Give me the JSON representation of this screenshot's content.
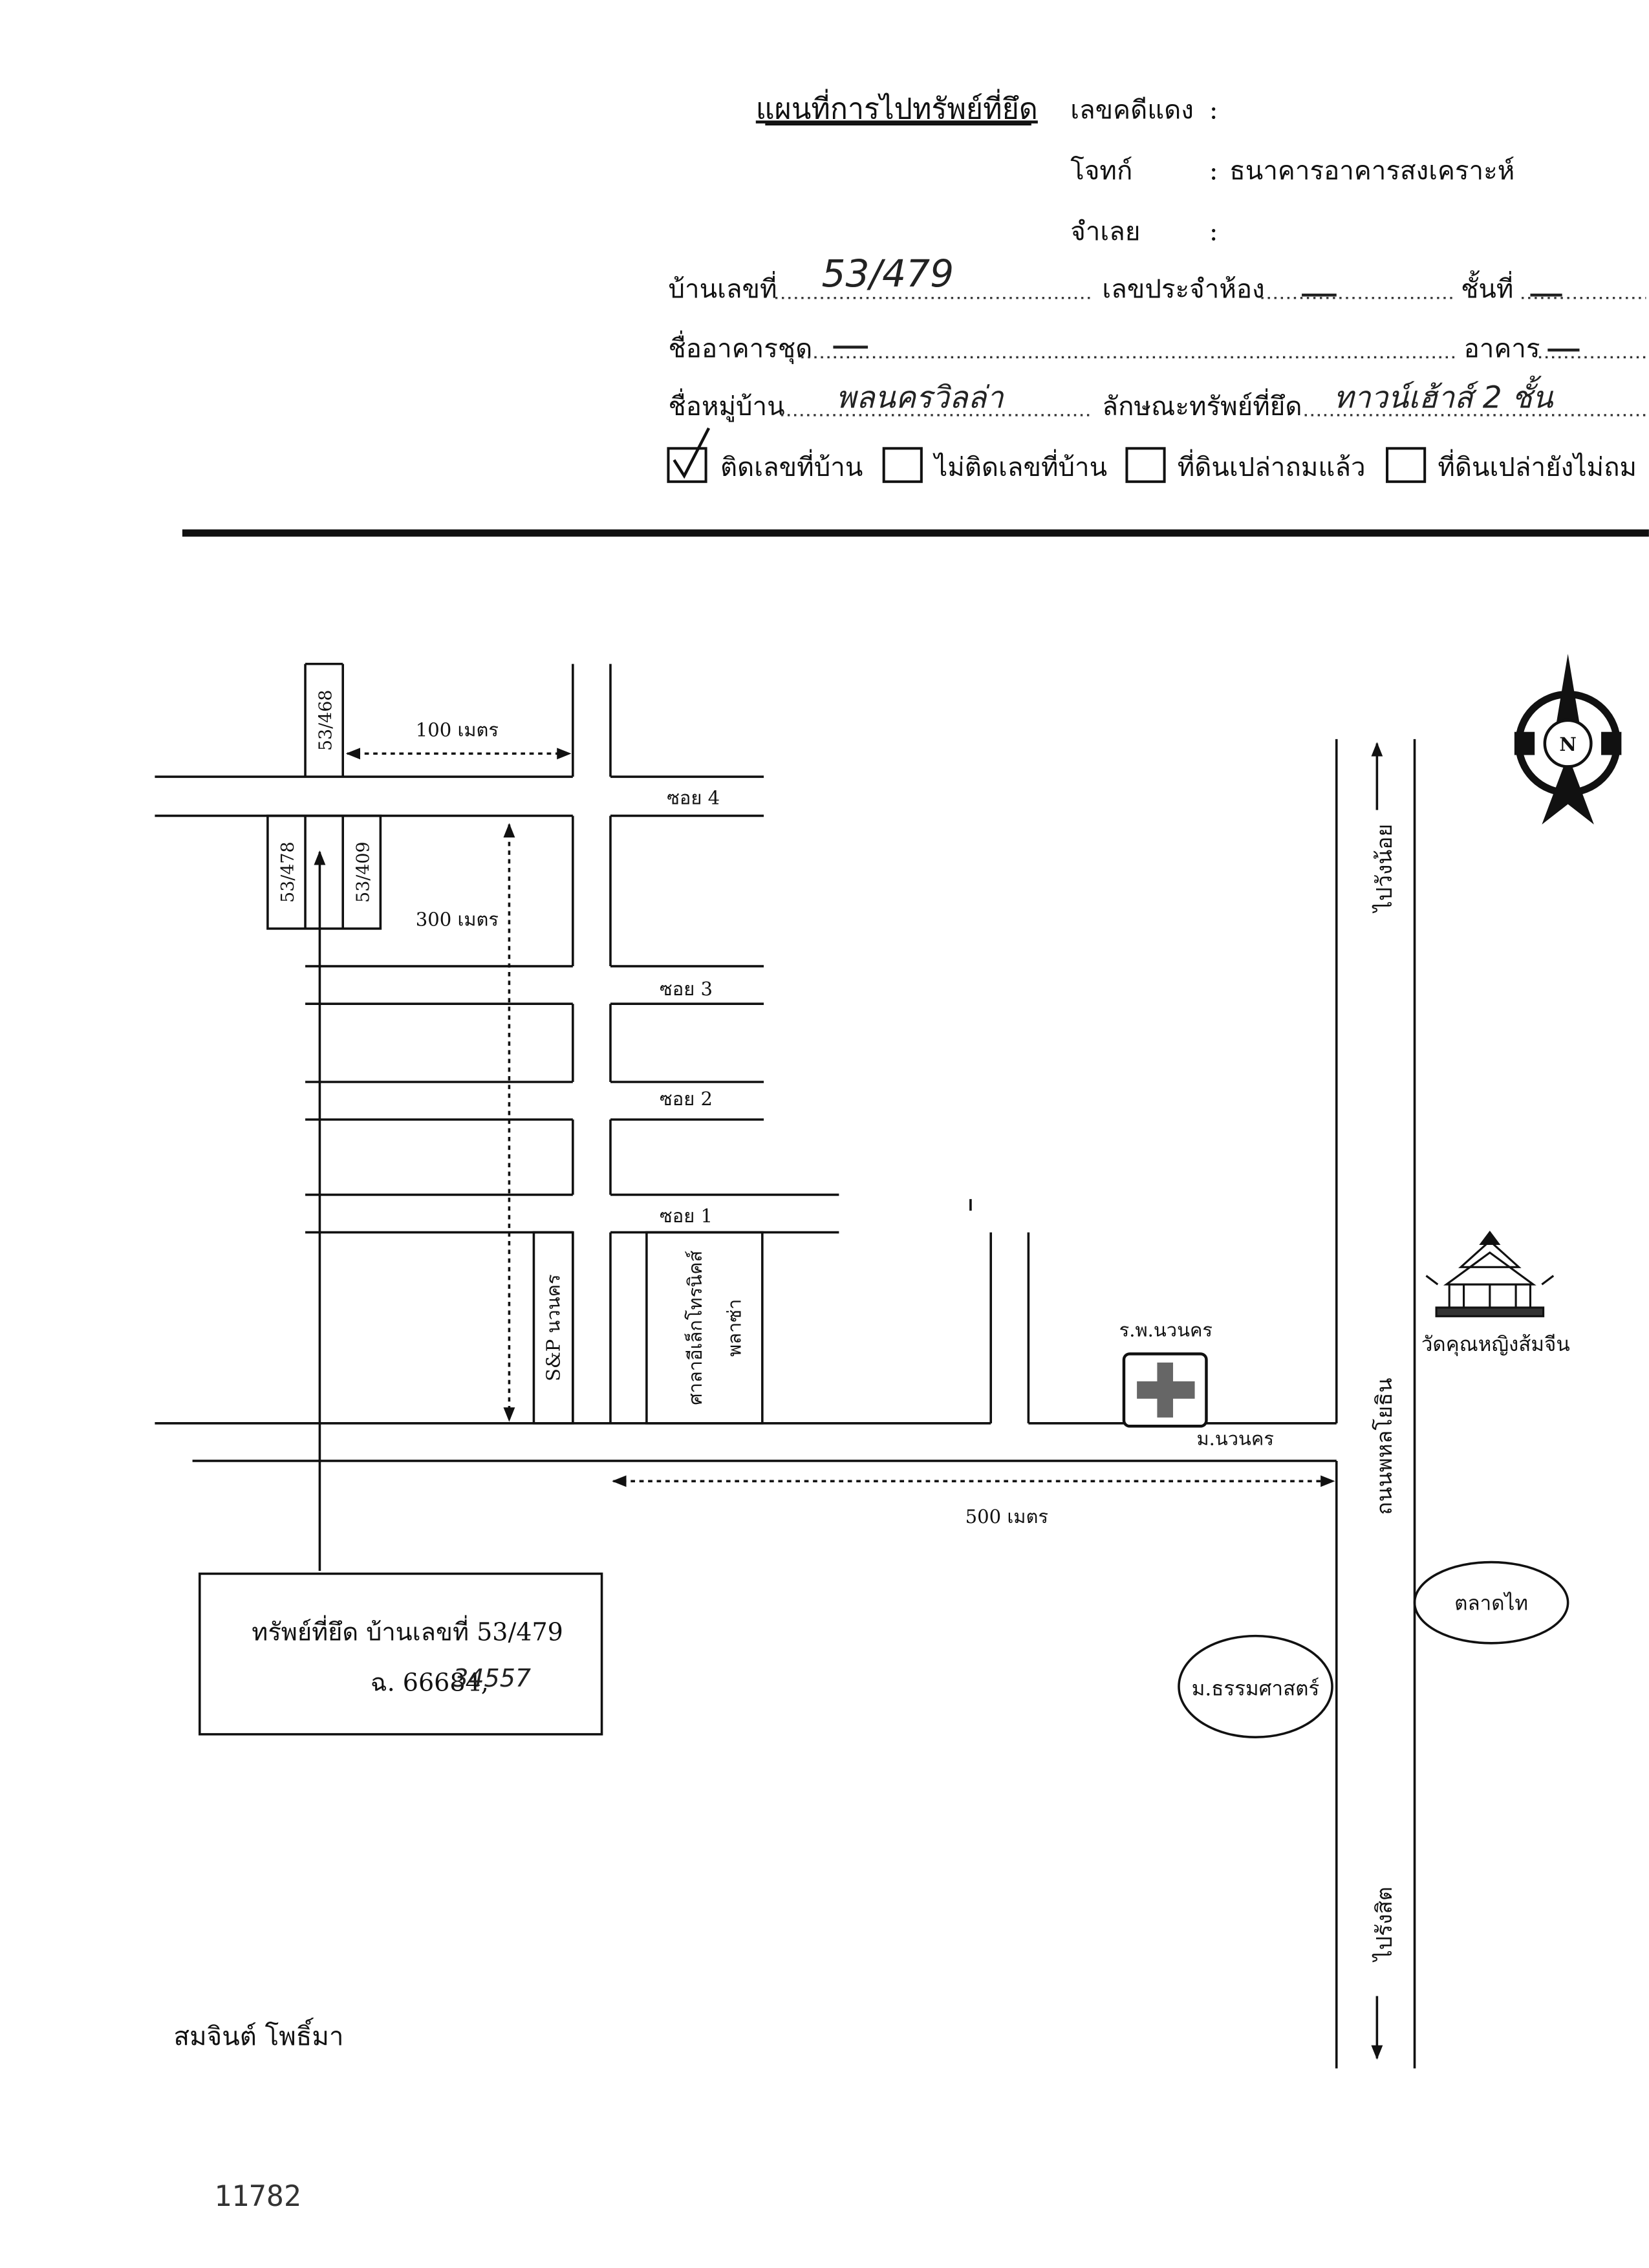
{
  "header": {
    "title": "แผนที่การไปทรัพย์ที่ยึด",
    "case_no_label": "เลขคดีแดง",
    "colon": ":",
    "plaintiff_label": "โจทก์",
    "plaintiff_value": "ธนาคารอาคารสงเคราะห์",
    "defendant_label": "จำเลย",
    "house_no_label": "บ้านเลขที่",
    "house_no_value": "53/479",
    "room_no_label": "เลขประจำห้อง",
    "floor_label": "ชั้นที่",
    "condo_label": "ชื่ออาคารชุด",
    "building_label": "อาคาร",
    "village_label": "ชื่อหมู่บ้าน",
    "village_value": "พลนครวิลล่า",
    "property_type_label": "ลักษณะทรัพย์ที่ยึด",
    "property_type_value": "ทาวน์เฮ้าส์ 2 ชั้น"
  },
  "checkboxes": [
    "ติดเลขที่บ้าน",
    "ไม่ติดเลขที่บ้าน",
    "ที่ดินเปล่าถมแล้ว",
    "ที่ดินเปล่ายังไม่ถม"
  ],
  "checked_index": 0,
  "map": {
    "dist_100": "100 เมตร",
    "dist_300": "300 เมตร",
    "dist_500": "500 เมตร",
    "soi4": "ซอย 4",
    "soi3": "ซอย 3",
    "soi2": "ซอย 2",
    "soi1": "ซอย 1",
    "lot_468": "53/468",
    "lot_478": "53/478",
    "lot_409": "53/409",
    "sp_label": "S&P นวนคร",
    "plaza_line1": "ศาลาอีเล็กโทรนิคส์",
    "plaza_line2": "พลาซ่า",
    "hospital": "ร.พ.นวนคร",
    "navanakorn_village": "ม.นวนคร",
    "to_wangnoi": "ไปวังน้อย",
    "phahonyothin": "ถนนพหลโยธิน",
    "to_rangsit": "ไปรังสิต",
    "temple": "วัดคุณหญิงส้มจีน",
    "thammasat": "ม.ธรรมศาสตร์",
    "market": "ตลาดไท",
    "compass_n": "N"
  },
  "property_box": {
    "line1": "ทรัพย์ที่ยึด บ้านเลขที่ 53/479",
    "deed_prefix": "ฉ. 66684,",
    "deed_handwritten": "34557"
  },
  "footer": {
    "surveyor": "สมจินต์ โพธิ์มา",
    "doc_number": "11782"
  }
}
